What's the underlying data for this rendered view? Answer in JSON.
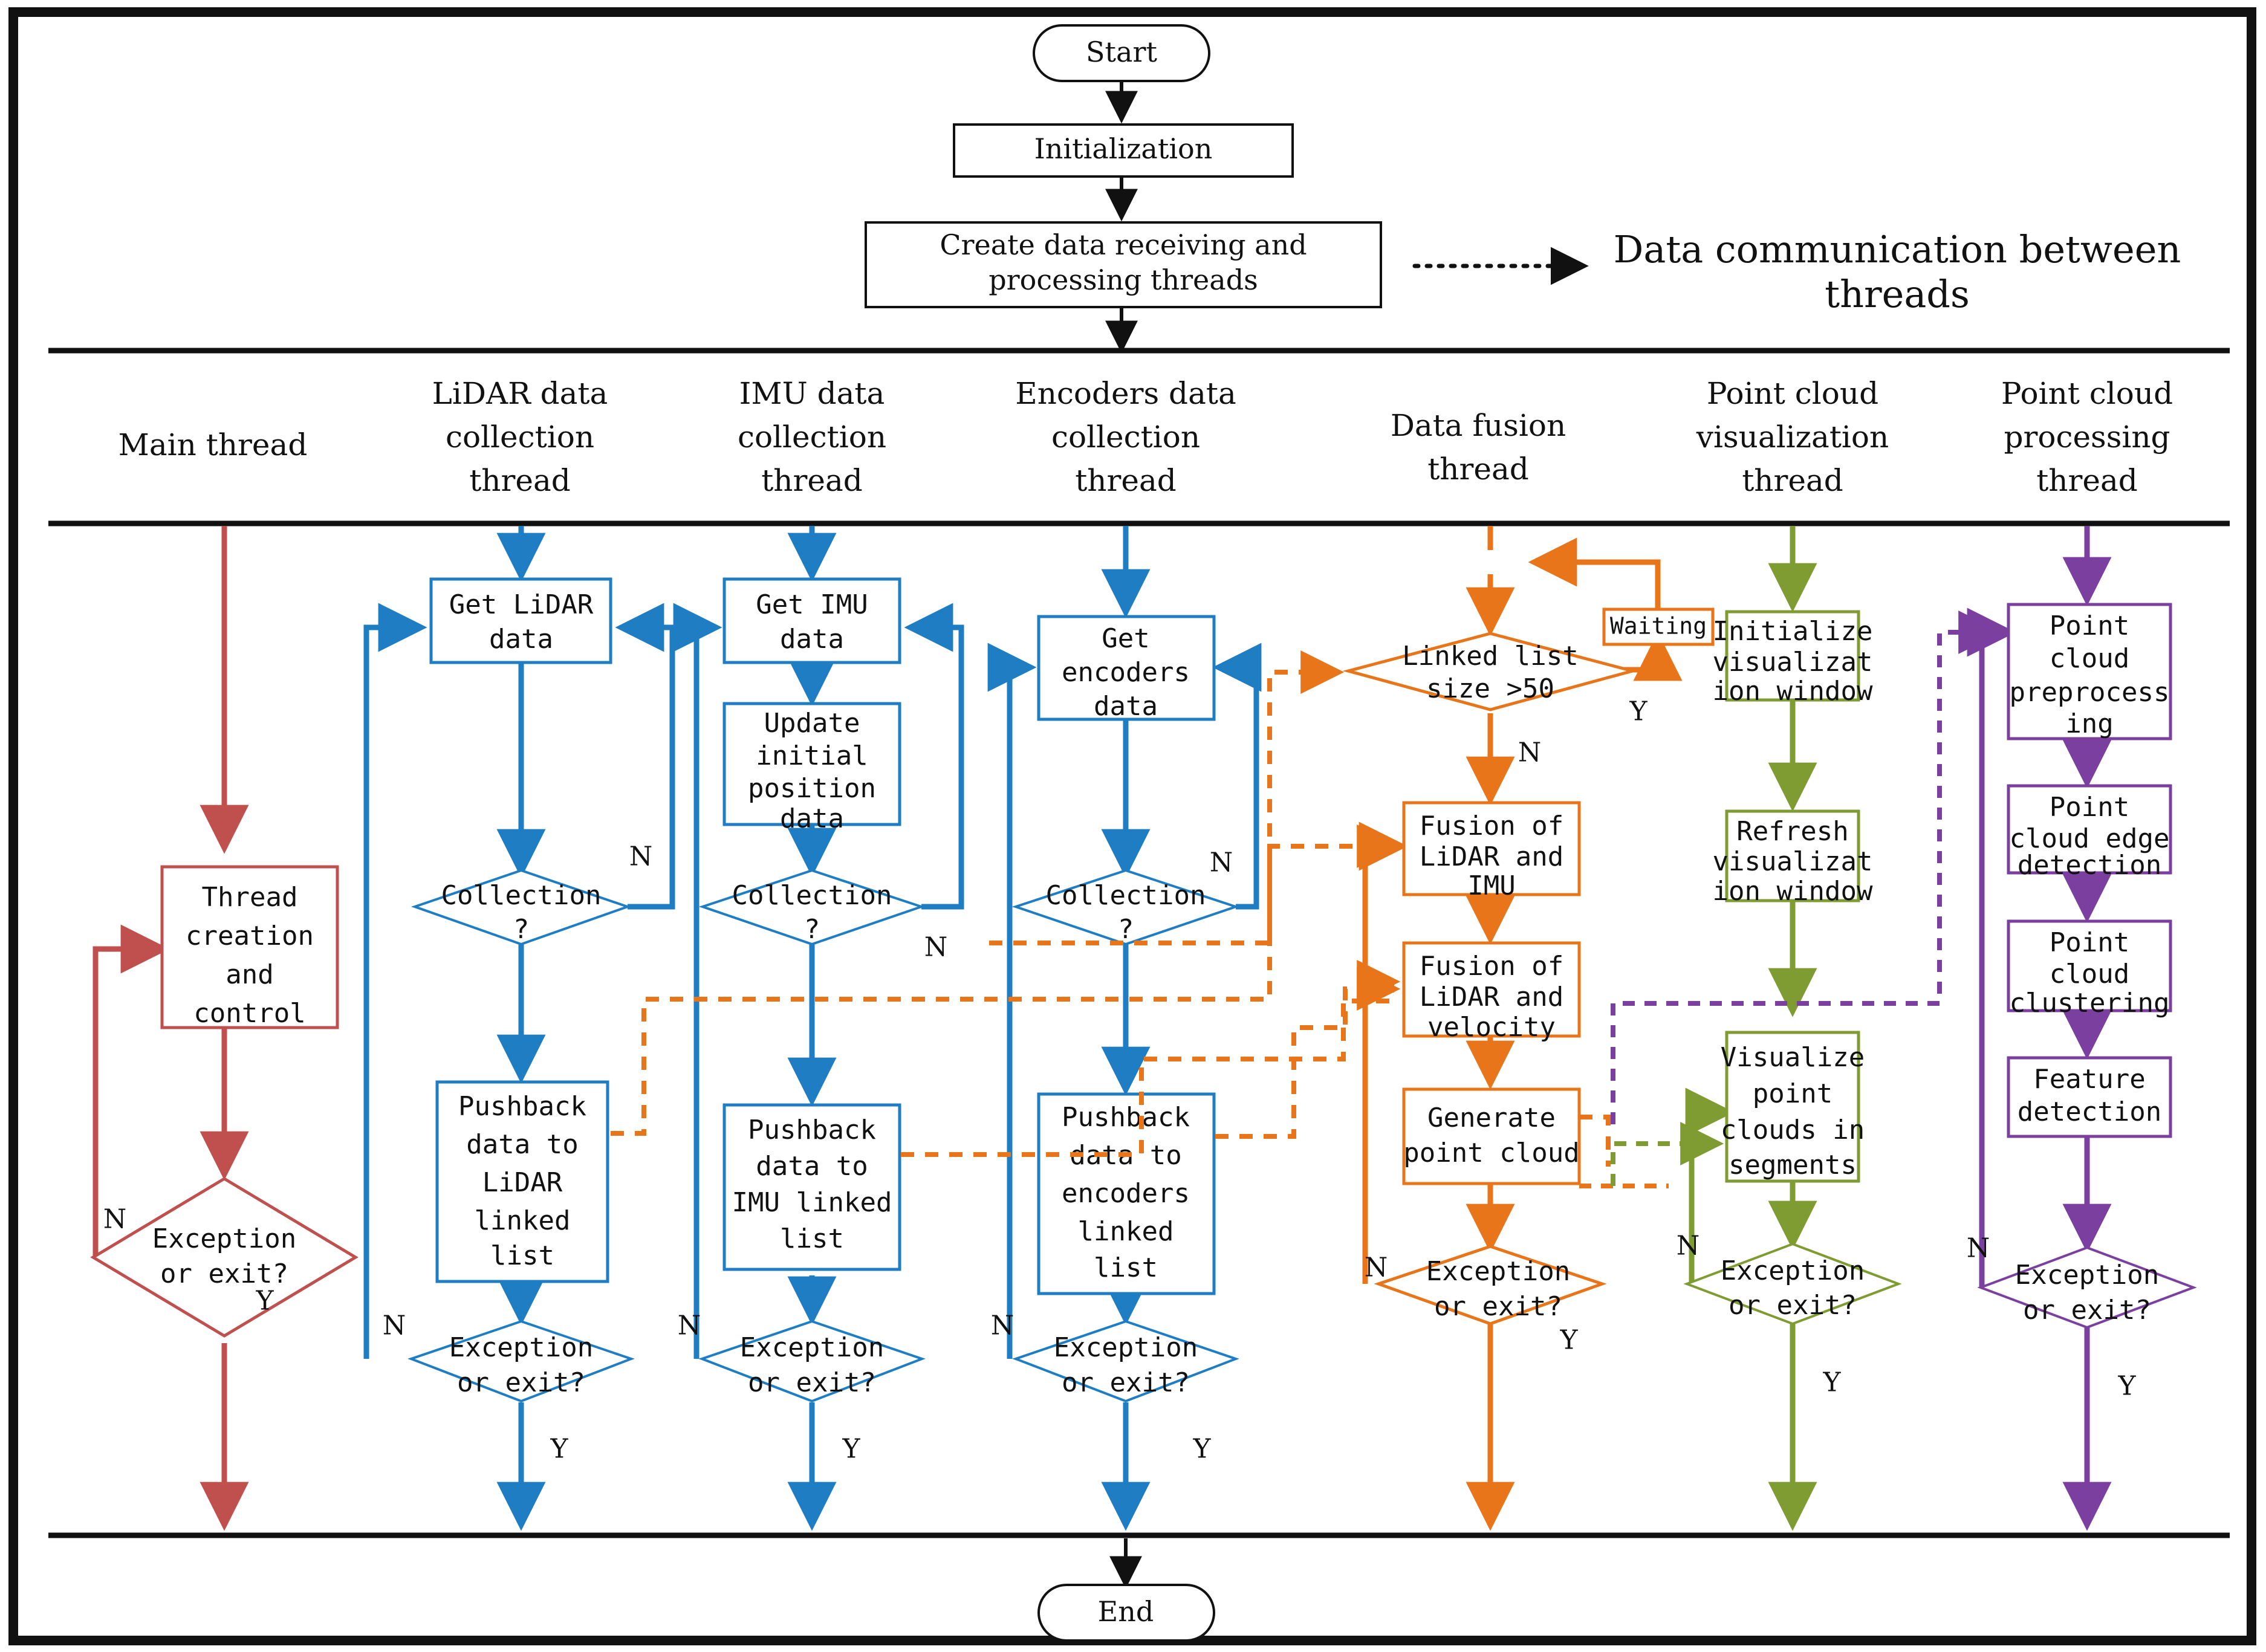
{
  "diagram": {
    "title_note": "Data communication between threads",
    "terminals": {
      "start": "Start",
      "end": "End"
    },
    "top_nodes": [
      {
        "id": "init",
        "label": "Initialization"
      },
      {
        "id": "create",
        "label": "Create data receiving and processing threads"
      }
    ],
    "lane_headers": [
      {
        "id": "main",
        "label": "Main thread",
        "color": "#c0504d"
      },
      {
        "id": "lidar",
        "label": "LiDAR data collection thread",
        "color": "#1f7dc4"
      },
      {
        "id": "imu",
        "label": "IMU data collection thread",
        "color": "#1f7dc4"
      },
      {
        "id": "enc",
        "label": "Encoders data collection thread",
        "color": "#1f7dc4"
      },
      {
        "id": "fusion",
        "label": "Data fusion thread",
        "color": "#f2862f"
      },
      {
        "id": "viz",
        "label": "Point cloud visualization thread",
        "color": "#8aa93c"
      },
      {
        "id": "proc",
        "label": "Point cloud processing thread",
        "color": "#7b3fa0"
      }
    ],
    "lanes": {
      "main": {
        "color": "#c0504d",
        "nodes": [
          {
            "id": "main-create",
            "type": "process",
            "label": "Thread creation and control"
          },
          {
            "id": "main-exc",
            "type": "decision",
            "label": "Exception or exit?"
          }
        ],
        "branch_labels": {
          "no": "N",
          "yes": "Y"
        }
      },
      "lidar": {
        "color": "#1f7dc4",
        "nodes": [
          {
            "id": "lidar-get",
            "type": "process",
            "label": "Get LiDAR data"
          },
          {
            "id": "lidar-coll",
            "type": "decision",
            "label": "Collection ?"
          },
          {
            "id": "lidar-push",
            "type": "process",
            "label": "Pushback data to LiDAR linked list"
          },
          {
            "id": "lidar-exc",
            "type": "decision",
            "label": "Exception or exit?"
          }
        ],
        "branch_labels": {
          "coll_no": "N",
          "exc_no": "N",
          "exc_yes": "Y"
        }
      },
      "imu": {
        "color": "#1f7dc4",
        "nodes": [
          {
            "id": "imu-get",
            "type": "process",
            "label": "Get IMU data"
          },
          {
            "id": "imu-upd",
            "type": "process",
            "label": "Update initial position data"
          },
          {
            "id": "imu-coll",
            "type": "decision",
            "label": "Collection ?"
          },
          {
            "id": "imu-push",
            "type": "process",
            "label": "Pushback data to IMU linked list"
          },
          {
            "id": "imu-exc",
            "type": "decision",
            "label": "Exception or exit?"
          }
        ],
        "branch_labels": {
          "coll_no": "N",
          "exc_no": "N",
          "exc_yes": "Y"
        }
      },
      "enc": {
        "color": "#1f7dc4",
        "nodes": [
          {
            "id": "enc-get",
            "type": "process",
            "label": "Get encoders data"
          },
          {
            "id": "enc-coll",
            "type": "decision",
            "label": "Collection ?"
          },
          {
            "id": "enc-push",
            "type": "process",
            "label": "Pushback data to encoders linked list"
          },
          {
            "id": "enc-exc",
            "type": "decision",
            "label": "Exception or exit?"
          }
        ],
        "branch_labels": {
          "coll_no": "N",
          "exc_no": "N",
          "exc_yes": "Y"
        }
      },
      "fusion": {
        "color": "#f2862f",
        "nodes": [
          {
            "id": "fus-size",
            "type": "decision",
            "label": "Linked list size >50"
          },
          {
            "id": "fus-wait",
            "type": "process",
            "label": "Waiting"
          },
          {
            "id": "fus-limu",
            "type": "process",
            "label": "Fusion of LiDAR and IMU"
          },
          {
            "id": "fus-lvel",
            "type": "process",
            "label": "Fusion of LiDAR and velocity"
          },
          {
            "id": "fus-gen",
            "type": "process",
            "label": "Generate point cloud"
          },
          {
            "id": "fus-exc",
            "type": "decision",
            "label": "Exception or exit?"
          }
        ],
        "branch_labels": {
          "size_yes": "Y",
          "size_no": "N",
          "exc_no": "N",
          "exc_yes": "Y"
        }
      },
      "viz": {
        "color": "#8aa93c",
        "nodes": [
          {
            "id": "viz-init",
            "type": "process",
            "label": "Initialize visualizat ion window"
          },
          {
            "id": "viz-refresh",
            "type": "process",
            "label": "Refresh visualizat ion window"
          },
          {
            "id": "viz-show",
            "type": "process",
            "label": "Visualize point clouds in segments"
          },
          {
            "id": "viz-exc",
            "type": "decision",
            "label": "Exception or exit?"
          }
        ],
        "branch_labels": {
          "exc_no": "N",
          "exc_yes": "Y"
        }
      },
      "proc": {
        "color": "#7b3fa0",
        "nodes": [
          {
            "id": "proc-pre",
            "type": "process",
            "label": "Point cloud preprocess ing"
          },
          {
            "id": "proc-edge",
            "type": "process",
            "label": "Point cloud edge detection"
          },
          {
            "id": "proc-clus",
            "type": "process",
            "label": "Point cloud clustering"
          },
          {
            "id": "proc-feat",
            "type": "process",
            "label": "Feature detection"
          },
          {
            "id": "proc-exc",
            "type": "decision",
            "label": "Exception or exit?"
          }
        ],
        "branch_labels": {
          "exc_no": "N",
          "exc_yes": "Y"
        }
      }
    },
    "node_text": {
      "start": "Start",
      "end": "End",
      "init": "Initialization",
      "create_l1": "Create data receiving and",
      "create_l2": "processing threads",
      "note_l1": "Data communication between",
      "note_l2": "threads",
      "hdr_main_l1": "Main thread",
      "hdr_lidar_l1": "LiDAR data",
      "hdr_lidar_l2": "collection",
      "hdr_lidar_l3": "thread",
      "hdr_imu_l1": "IMU data",
      "hdr_imu_l2": "collection",
      "hdr_imu_l3": "thread",
      "hdr_enc_l1": "Encoders data",
      "hdr_enc_l2": "collection",
      "hdr_enc_l3": "thread",
      "hdr_fus_l1": "Data fusion",
      "hdr_fus_l2": "thread",
      "hdr_viz_l1": "Point cloud",
      "hdr_viz_l2": "visualization",
      "hdr_viz_l3": "thread",
      "hdr_proc_l1": "Point cloud",
      "hdr_proc_l2": "processing",
      "hdr_proc_l3": "thread",
      "main1_l1": "Thread",
      "main1_l2": "creation",
      "main1_l3": "and",
      "main1_l4": "control",
      "exc_l1": "Exception",
      "exc_l2": "or exit?",
      "lidar1_l1": "Get LiDAR",
      "lidar1_l2": "data",
      "coll_l1": "Collection",
      "coll_l2": "?",
      "lidarpush_l1": "Pushback",
      "lidarpush_l2": "data  to",
      "lidarpush_l3": "LiDAR",
      "lidarpush_l4": "linked",
      "lidarpush_l5": "list",
      "imu1_l1": "Get IMU",
      "imu1_l2": "data",
      "imuupd_l1": "Update",
      "imuupd_l2": "initial",
      "imuupd_l3": "position",
      "imuupd_l4": "data",
      "imupush_l1": "Pushback",
      "imupush_l2": "data  to",
      "imupush_l3": "IMU linked",
      "imupush_l4": "list",
      "enc1_l1": "Get",
      "enc1_l2": "encoders",
      "enc1_l3": "data",
      "encpush_l1": "Pushback",
      "encpush_l2": "data  to",
      "encpush_l3": "encoders",
      "encpush_l4": "linked",
      "encpush_l5": "list",
      "fsize_l1": "Linked list",
      "fsize_l2": "size >50",
      "fwait": "Waiting",
      "flimu_l1": "Fusion of",
      "flimu_l2": "LiDAR and",
      "flimu_l3": "IMU",
      "flvel_l1": "Fusion of",
      "flvel_l2": "LiDAR and",
      "flvel_l3": "velocity",
      "fgen_l1": "Generate",
      "fgen_l2": "point cloud",
      "vinit_l1": "Initialize",
      "vinit_l2": "visualizat",
      "vinit_l3": "ion window",
      "vref_l1": "Refresh",
      "vref_l2": "visualizat",
      "vref_l3": "ion window",
      "vshow_l1": "Visualize",
      "vshow_l2": "point",
      "vshow_l3": "clouds in",
      "vshow_l4": "segments",
      "ppre_l1": "Point",
      "ppre_l2": "cloud",
      "ppre_l3": "preprocess",
      "ppre_l4": "ing",
      "pedge_l1": "Point",
      "pedge_l2": "cloud edge",
      "pedge_l3": "detection",
      "pclus_l1": "Point",
      "pclus_l2": "cloud",
      "pclus_l3": "clustering",
      "pfeat_l1": "Feature",
      "pfeat_l2": "detection",
      "N": "N",
      "Y": "Y"
    }
  }
}
